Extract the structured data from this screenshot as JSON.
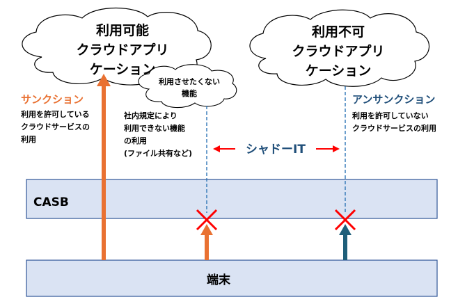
{
  "cloud_allowed": {
    "lines": [
      "利用可能",
      "クラウドアプリ",
      "ケーション"
    ]
  },
  "cloud_disallowed": {
    "lines": [
      "利用不可",
      "クラウドアプリ",
      "ケーション"
    ]
  },
  "cloud_feature": {
    "lines": [
      "利用させたくない",
      "機能"
    ]
  },
  "sanction": {
    "title": "サンクション",
    "desc": [
      "利用を許可している",
      "クラウドサービスの",
      "利用"
    ]
  },
  "feature_block": {
    "desc": [
      "社内規定により",
      "利用できない機能",
      "の利用",
      "(ファイル共有など)"
    ]
  },
  "unsanction": {
    "title": "アンサンクション",
    "desc": [
      "利用を許可していない",
      "クラウドサービスの利用"
    ]
  },
  "shadow_it": {
    "label": "シャドーIT"
  },
  "casb": {
    "label": "CASB"
  },
  "terminal": {
    "label": "端末"
  },
  "colors": {
    "band_fill": "#dae3f3",
    "band_stroke": "#2f5597",
    "orange": "#e97132",
    "teal": "#1f5f7a",
    "red": "#ff0000",
    "dash_line": "#2e75b6"
  }
}
